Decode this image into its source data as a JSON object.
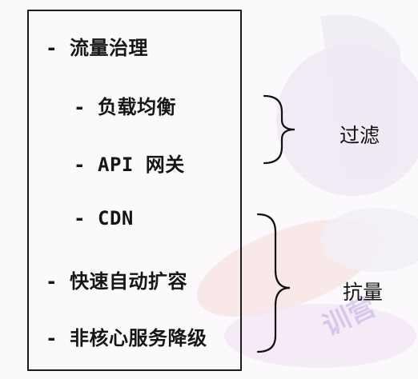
{
  "items": [
    {
      "dash": "-",
      "text": "流量治理"
    },
    {
      "dash": "-",
      "text": "负载均衡"
    },
    {
      "dash": "-",
      "text": "API 网关"
    },
    {
      "dash": "-",
      "text": "CDN"
    },
    {
      "dash": "-",
      "text": "快速自动扩容"
    },
    {
      "dash": "-",
      "text": "非核心服务降级"
    }
  ],
  "groups": [
    {
      "label": "过滤"
    },
    {
      "label": "抗量"
    }
  ],
  "watermark": {
    "text": "训营"
  }
}
